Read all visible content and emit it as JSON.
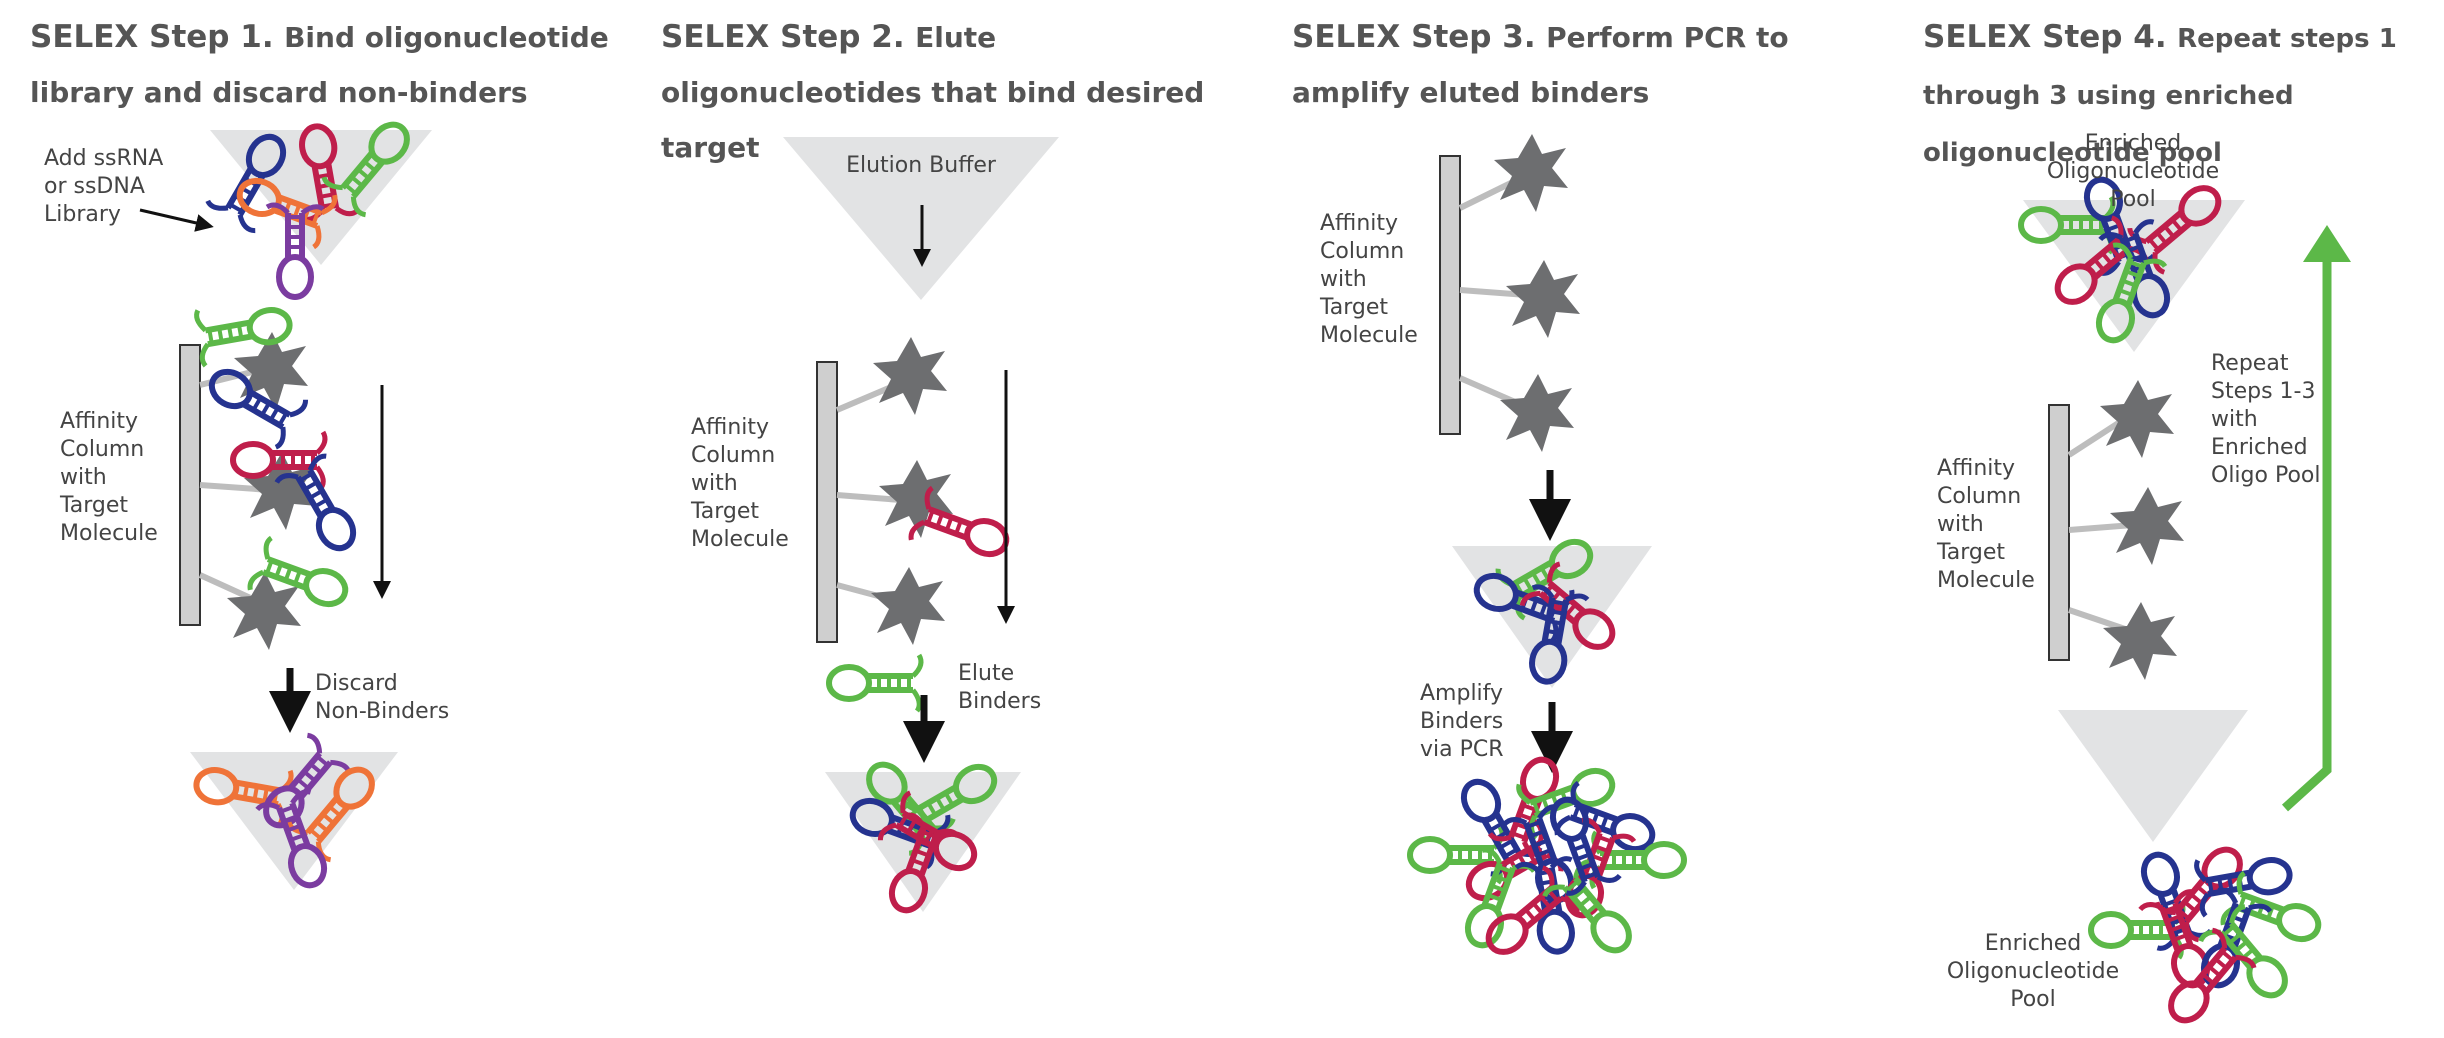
{
  "steps": [
    {
      "step_label": "SELEX Step 1.",
      "description": "Bind oligonucleotide library and discard non-binders",
      "labels": {
        "library": [
          "Add ssRNA",
          "or ssDNA",
          "Library"
        ],
        "column": [
          "Affinity",
          "Column",
          "with",
          "Target",
          "Molecule"
        ],
        "discard": [
          "Discard",
          "Non-Binders"
        ]
      }
    },
    {
      "step_label": "SELEX Step 2.",
      "description": "Elute oligonucleotides that bind desired target",
      "labels": {
        "buffer": "Elution Buffer",
        "column": [
          "Affinity",
          "Column",
          "with",
          "Target",
          "Molecule"
        ],
        "elute": [
          "Elute",
          "Binders"
        ]
      }
    },
    {
      "step_label": "SELEX Step 3.",
      "description": "Perform PCR to amplify eluted binders",
      "labels": {
        "column": [
          "Affinity",
          "Column",
          "with",
          "Target",
          "Molecule"
        ],
        "amplify": [
          "Amplify",
          "Binders",
          "via PCR"
        ]
      }
    },
    {
      "step_label": "SELEX Step 4.",
      "description": "Repeat steps 1 through 3 using enriched oligonucleotide pool",
      "labels": {
        "enriched_top": [
          "Enriched",
          "Oligonucleotide Pool"
        ],
        "repeat": [
          "Repeat",
          "Steps 1-3",
          "with",
          "Enriched",
          "Oligo Pool"
        ],
        "column": [
          "Affinity",
          "Column",
          "with",
          "Target",
          "Molecule"
        ],
        "enriched_bottom": [
          "Enriched",
          "Oligonucleotide",
          "Pool"
        ]
      }
    }
  ],
  "colors": {
    "blue": "#25338f",
    "red": "#bf1e4b",
    "green": "#5cb848",
    "orange": "#ef7338",
    "purple": "#7b3ca0",
    "gray_target": "#6d6e70",
    "funnel": "#e2e3e4",
    "arrow": "#111111",
    "repeat_arrow": "#5cb848"
  }
}
